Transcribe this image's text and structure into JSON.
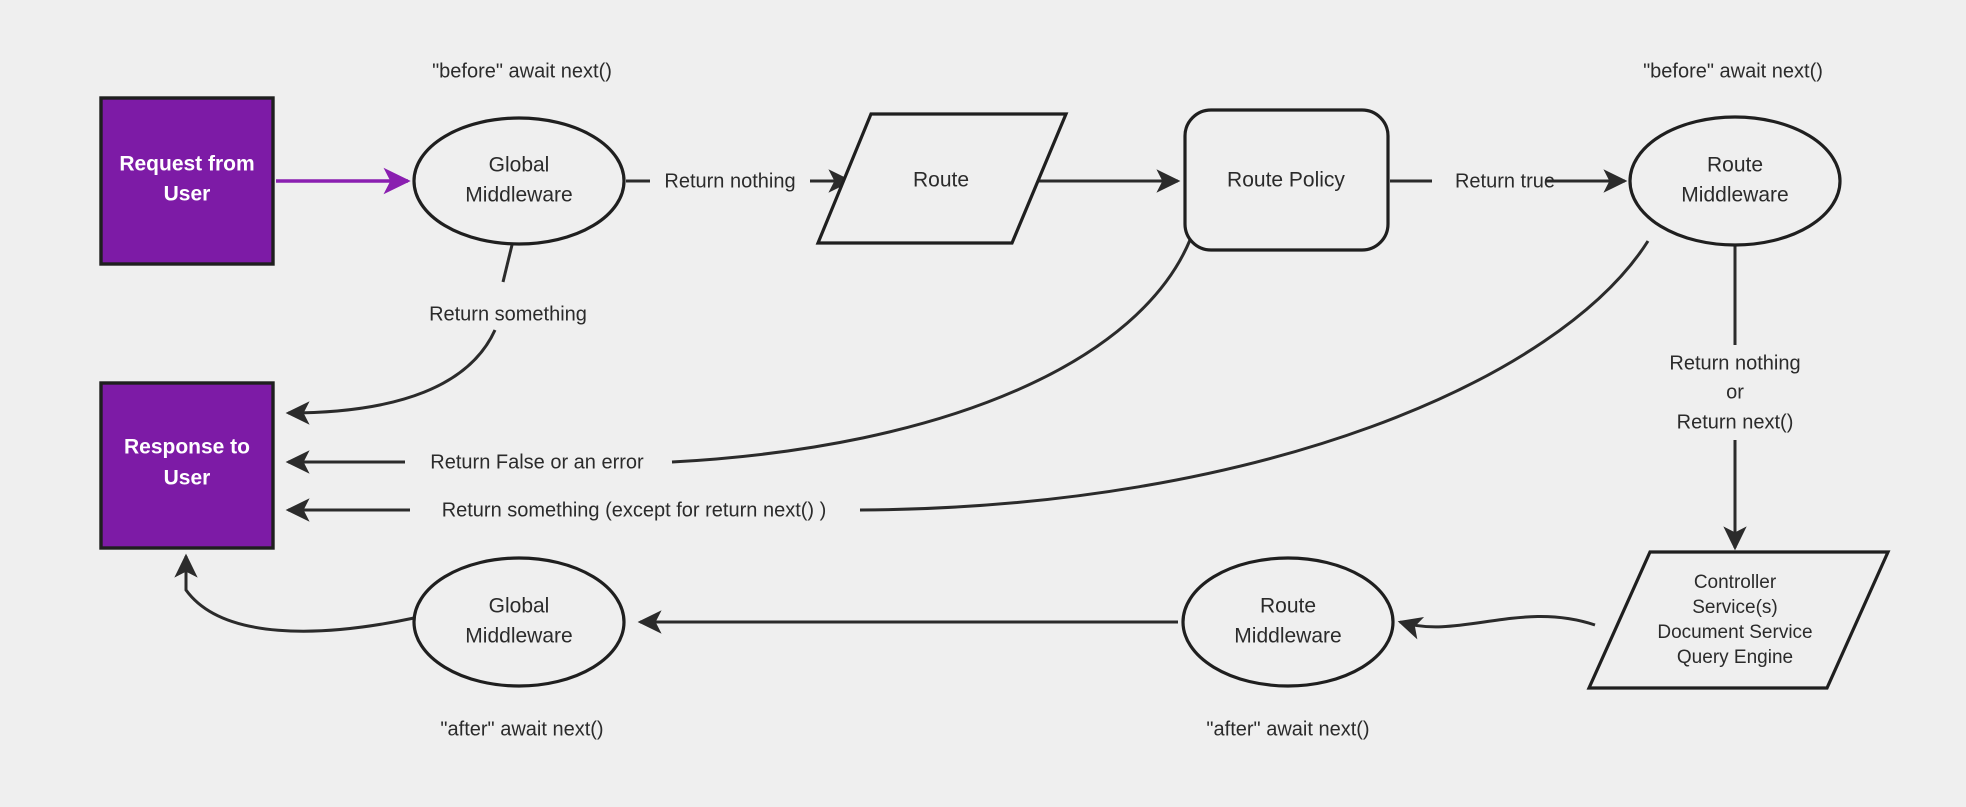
{
  "diagram": {
    "title": "Request / Response Middleware Flow",
    "background_color": "#efefef",
    "accent_color": "#7d1ba6",
    "stroke_color": "#2b2b2b"
  },
  "nodes": {
    "request_box": {
      "line1": "Request from",
      "line2": "User",
      "shape": "rectangle",
      "fill": "#7d1ba6"
    },
    "response_box": {
      "line1": "Response to",
      "line2": "User",
      "shape": "rectangle",
      "fill": "#7d1ba6"
    },
    "global_middleware_top": {
      "line1": "Global",
      "line2": "Middleware",
      "shape": "ellipse"
    },
    "route": {
      "line1": "Route",
      "shape": "parallelogram"
    },
    "route_policy": {
      "line1": "Route Policy",
      "shape": "rounded-rectangle"
    },
    "route_middleware_top": {
      "line1": "Route",
      "line2": "Middleware",
      "shape": "ellipse"
    },
    "controller": {
      "line1": "Controller",
      "line2": "Service(s)",
      "line3": "Document Service",
      "line4": "Query Engine",
      "shape": "parallelogram"
    },
    "route_middleware_bottom": {
      "line1": "Route",
      "line2": "Middleware",
      "shape": "ellipse"
    },
    "global_middleware_bottom": {
      "line1": "Global",
      "line2": "Middleware",
      "shape": "ellipse"
    }
  },
  "annotations": {
    "before_global": "\"before\" await next()",
    "before_route_mw": "\"before\" await next()",
    "after_global": "\"after\" await next()",
    "after_route_mw": "\"after\" await next()"
  },
  "edge_labels": {
    "return_nothing": "Return nothing",
    "return_true": "Return true",
    "return_something": "Return something",
    "return_false_or_error": "Return False or an error",
    "return_something_except": "Return something (except for return next() )",
    "return_nothing_or_next_line1": "Return nothing",
    "return_nothing_or_next_line2": "or",
    "return_nothing_or_next_line3": "Return next()"
  }
}
